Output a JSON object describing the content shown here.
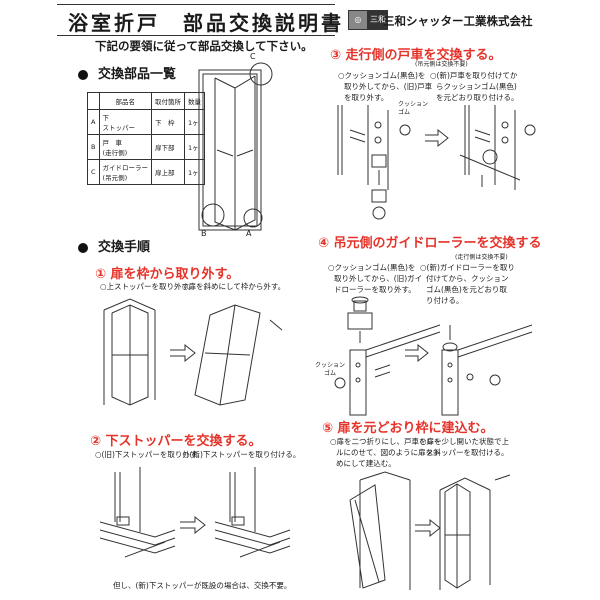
{
  "header": {
    "title": "浴室折戸　部品交換説明書",
    "logo_text": "三和",
    "company": "三和シャッター工業株式会社"
  },
  "intro": "下記の要領に従って部品交換して下さい。",
  "parts_list": {
    "heading": "交換部品一覧",
    "columns": [
      "",
      "部品名",
      "取付箇所",
      "数量"
    ],
    "rows": [
      {
        "id": "A",
        "name_line1": "下",
        "name_line2": "ストッパー",
        "location": "下　枠",
        "qty": "1ヶ"
      },
      {
        "id": "B",
        "name_line1": "戸　車",
        "name_line2": "(走行側)",
        "location": "扉下部",
        "qty": "1ヶ"
      },
      {
        "id": "C",
        "name_line1": "ガイドローラー",
        "name_line2": "(吊元側)",
        "location": "扉上部",
        "qty": "1ヶ"
      }
    ],
    "figure_labels": {
      "a": "A",
      "b": "B",
      "c": "C"
    }
  },
  "procedure": {
    "heading": "交換手順",
    "step1": {
      "title": "① 扉を枠から取り外す。",
      "note_left": "○上ストッパーを取り外す。",
      "note_right": "○扉を斜めにして枠から外す。"
    },
    "step2": {
      "title": "② 下ストッパーを交換する。",
      "note_left": "○(旧)下ストッパーを取り外す。",
      "note_right": "○(新)下ストッパーを取り付ける。",
      "footnote": "但し、(新)下ストッパーが既設の場合は、交換不要。"
    },
    "step3": {
      "title": "③ 走行側の戸車を交換する。",
      "subnote": "(吊元側は交換不要)",
      "note_left": [
        "○クッションゴム(黒色)を",
        "取り外してから、(旧)戸車",
        "を取り外す。"
      ],
      "note_right": [
        "○(新)戸車を取り付けてか",
        "らクッションゴム(黒色)",
        "を元どおり取り付ける。"
      ],
      "callout": [
        "クッション",
        "ゴム"
      ]
    },
    "step4": {
      "title": "④ 吊元側のガイドローラーを交換する",
      "subnote": "(走行側は交換不要)",
      "note_left": [
        "○クッションゴム(黒色)を",
        "取り外してから、(旧)ガイ",
        "ドローラーを取り外す。"
      ],
      "note_right": [
        "○(新)ガイドローラーを取り",
        "付けてから、クッション",
        "ゴム(黒色)を元どおり取",
        "り付ける。"
      ],
      "callout": [
        "クッション",
        "ゴム"
      ]
    },
    "step5": {
      "title": "⑤ 扉を元どおり枠に建込む。",
      "note_left": [
        "○扉を二つ折りにし、戸車をレー",
        "ルにのせて、図のように扉を斜",
        "めにして建込む。"
      ],
      "note_right": [
        "○扉を少し開いた状態で上",
        "ストッパーを取付ける。"
      ]
    }
  },
  "colors": {
    "accent_red": "#e5332a",
    "ink": "#1a1a1a"
  }
}
